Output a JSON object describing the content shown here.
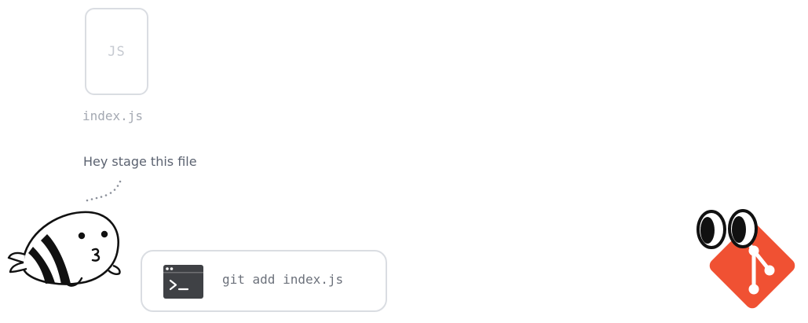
{
  "file": {
    "badge": "JS",
    "name": "index.js"
  },
  "speech": {
    "text": "Hey stage this file"
  },
  "command": {
    "icon": "terminal-icon",
    "text": "git add index.js"
  },
  "git": {
    "icon": "git-logo-icon",
    "color": "#f05133"
  },
  "mascot": {
    "icon": "bee-mascot-icon"
  }
}
